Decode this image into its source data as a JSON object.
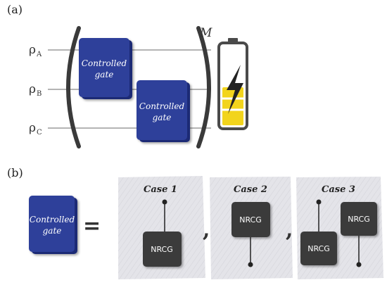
{
  "panel_a": {
    "label": "(a)",
    "inputs": [
      {
        "symbol": "ρ",
        "subscript": "A"
      },
      {
        "symbol": "ρ",
        "subscript": "B"
      },
      {
        "symbol": "ρ",
        "subscript": "C"
      }
    ],
    "gate1_lines": [
      "Controlled",
      "gate"
    ],
    "gate2_lines": [
      "Controlled",
      "gate"
    ],
    "power_label": "M"
  },
  "panel_b": {
    "label": "(b)",
    "gate_lines": [
      "Controlled",
      "gate"
    ],
    "equals": "=",
    "separator": ",",
    "cases": [
      {
        "title": "Case 1",
        "gates": [
          "NRCG"
        ]
      },
      {
        "title": "Case 2",
        "gates": [
          "NRCG"
        ]
      },
      {
        "title": "Case 3",
        "gates": [
          "NRCG",
          "NRCG"
        ]
      }
    ]
  },
  "colors": {
    "gate_blue": "#2f3f9a",
    "gate_blue_dark": "#1f2c75",
    "nrcg_gray": "#3b3b3b",
    "battery_yellow": "#f2d41c",
    "battery_body": "#4a4a4a",
    "case_bg": "#e6e6ea"
  }
}
